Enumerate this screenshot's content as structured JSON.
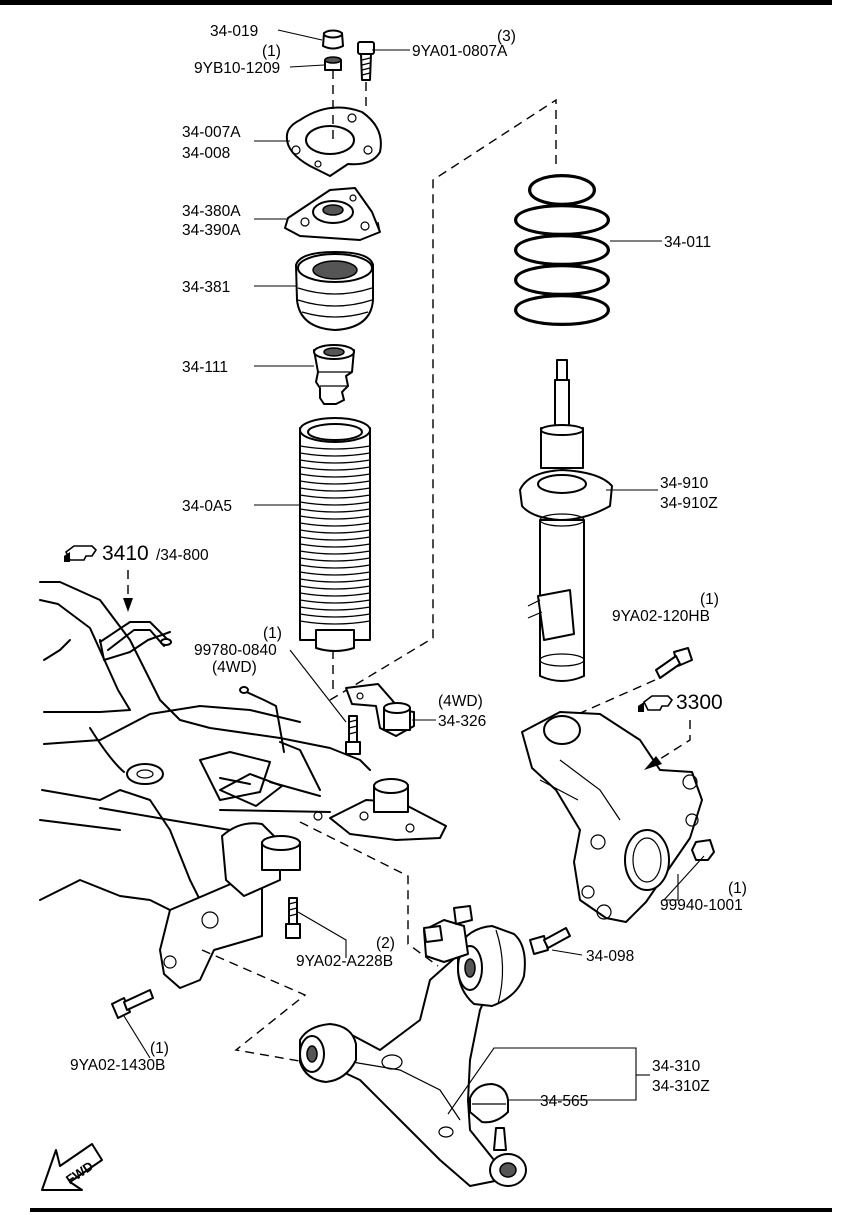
{
  "diagram": {
    "parts": {
      "p34_019": "34-019",
      "p9YB10_qty": "(1)",
      "p9YB10": "9YB10-1209",
      "p9YA01_qty": "(3)",
      "p9YA01": "9YA01-0807A",
      "p34_007A": "34-007A",
      "p34_008": "34-008",
      "p34_380A": "34-380A",
      "p34_390A": "34-390A",
      "p34_381": "34-381",
      "p34_111": "34-111",
      "p34_0A5": "34-0A5",
      "p34_011": "34-011",
      "p34_910": "34-910",
      "p34_910Z": "34-910Z",
      "ref3410": "3410",
      "ref3410_sub": "/34-800",
      "p99780_qty": "(1)",
      "p99780": "99780-0840",
      "p99780_note": "(4WD)",
      "p9YA02_120_qty": "(1)",
      "p9YA02_120": "9YA02-120HB",
      "p34_326_note": "(4WD)",
      "p34_326": "34-326",
      "ref3300": "3300",
      "p99940_qty": "(1)",
      "p99940": "99940-1001",
      "p9YA02_A228_qty": "(2)",
      "p9YA02_A228": "9YA02-A228B",
      "p34_098": "34-098",
      "p9YA02_1430_qty": "(1)",
      "p9YA02_1430": "9YA02-1430B",
      "p34_310": "34-310",
      "p34_310Z": "34-310Z",
      "p34_565": "34-565",
      "fwd": "FWD"
    },
    "icons": {
      "ref_marker": "pointing-hand-icon",
      "fwd_marker": "forward-arrow-icon"
    }
  }
}
